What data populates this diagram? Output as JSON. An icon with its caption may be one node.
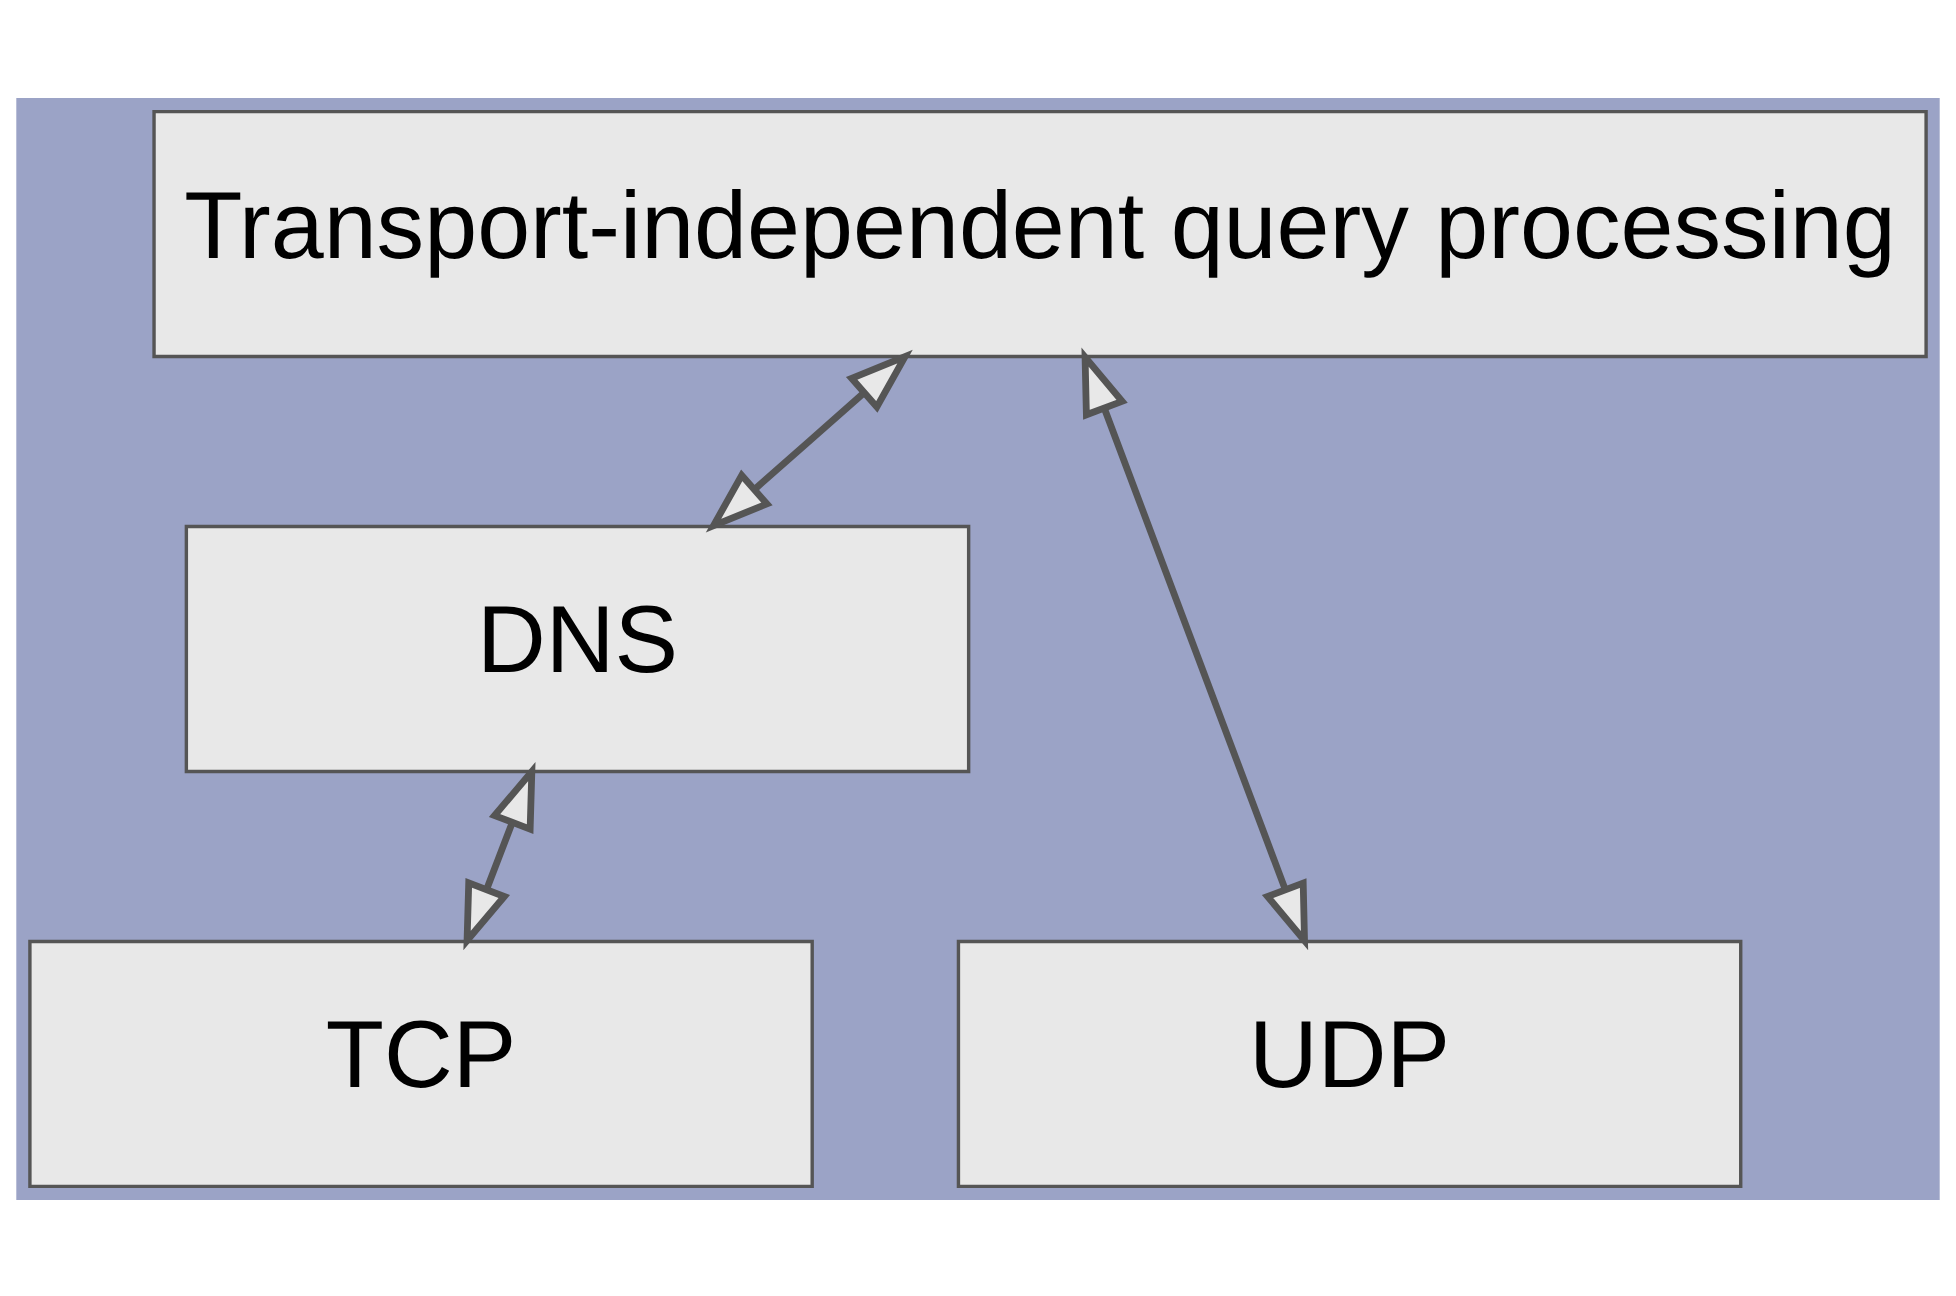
{
  "diagram": {
    "nodes": [
      {
        "text": [
          "Transport-independent query processing"
        ]
      },
      {
        "text": [
          "DNS"
        ]
      },
      {
        "text": [
          "UDP"
        ]
      },
      {
        "text": [
          "TCP"
        ]
      }
    ],
    "edges": [
      {
        "from": 0,
        "to": 2,
        "arrow": "both"
      },
      {
        "from": 0,
        "to": 1,
        "arrow": "both"
      },
      {
        "from": 1,
        "to": 3,
        "arrow": "both"
      }
    ]
  }
}
